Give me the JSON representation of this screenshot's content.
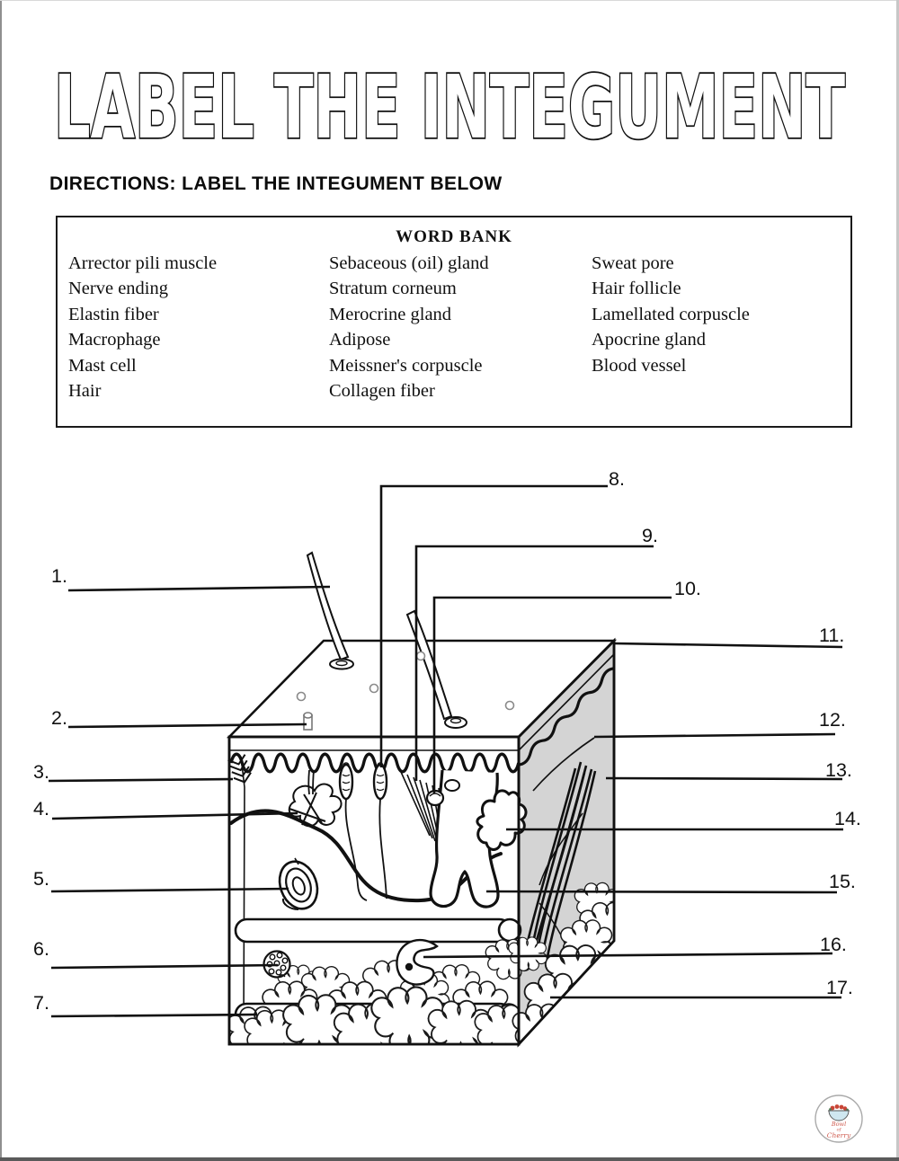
{
  "page": {
    "title": "LABEL THE INTEGUMENT",
    "directions": "DIRECTIONS: LABEL THE INTEGUMENT BELOW"
  },
  "word_bank": {
    "title": "WORD BANK",
    "columns": [
      {
        "items": [
          "Arrector pili muscle",
          "Nerve ending",
          "Elastin fiber",
          "Macrophage",
          "Mast cell",
          "Hair"
        ]
      },
      {
        "items": [
          "Sebaceous (oil) gland",
          "Stratum corneum",
          "Merocrine gland",
          "Adipose",
          "Meissner's corpuscle",
          "Collagen fiber"
        ]
      },
      {
        "items": [
          "Sweat pore",
          "Hair follicle",
          "Lamellated corpuscle",
          "Apocrine gland",
          "Blood vessel"
        ]
      }
    ]
  },
  "diagram": {
    "labels": [
      {
        "text": "1."
      },
      {
        "text": "2."
      },
      {
        "text": "3."
      },
      {
        "text": "4."
      },
      {
        "text": "5."
      },
      {
        "text": "6."
      },
      {
        "text": "7."
      },
      {
        "text": "8."
      },
      {
        "text": "9."
      },
      {
        "text": "10."
      },
      {
        "text": "11."
      },
      {
        "text": "12."
      },
      {
        "text": "13."
      },
      {
        "text": "14."
      },
      {
        "text": "15."
      },
      {
        "text": "16."
      },
      {
        "text": "17."
      }
    ]
  },
  "logo": {
    "line1": "Bowl",
    "line2": "of",
    "line3": "Cherry"
  },
  "colors": {
    "ink": "#111111",
    "side_gray": "#d4d4d4",
    "pore_gray": "#8a8a8a",
    "logo_red": "#cf5a4e",
    "bowl_blue": "#cfe7f0"
  }
}
